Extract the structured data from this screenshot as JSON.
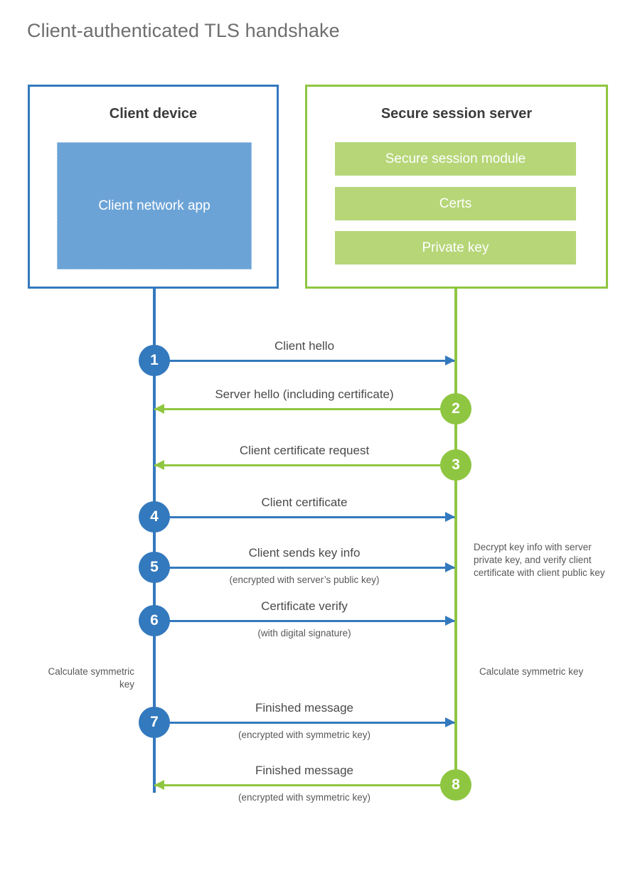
{
  "title": "Client-authenticated TLS handshake",
  "colors": {
    "client_blue": "#3379bd",
    "client_app_fill": "#6ba3d6",
    "server_green": "#8fc641",
    "server_bar_fill": "#b6d678",
    "title_gray": "#6d6e70",
    "text_gray": "#4a4a4c"
  },
  "client": {
    "title": "Client device",
    "app_label": "Client network app"
  },
  "server": {
    "title": "Secure session server",
    "modules": [
      {
        "label": "Secure session module"
      },
      {
        "label": "Certs"
      },
      {
        "label": "Private key"
      }
    ]
  },
  "messages": [
    {
      "step": "1",
      "label": "Client hello",
      "sublabel": "",
      "direction": "client-to-server",
      "origin": "client"
    },
    {
      "step": "2",
      "label": "Server hello (including certificate)",
      "sublabel": "",
      "direction": "server-to-client",
      "origin": "server"
    },
    {
      "step": "3",
      "label": "Client certificate request",
      "sublabel": "",
      "direction": "server-to-client",
      "origin": "server"
    },
    {
      "step": "4",
      "label": "Client certificate",
      "sublabel": "",
      "direction": "client-to-server",
      "origin": "client"
    },
    {
      "step": "5",
      "label": "Client sends key info",
      "sublabel": "(encrypted with server’s public key)",
      "direction": "client-to-server",
      "origin": "client"
    },
    {
      "step": "6",
      "label": "Certificate verify",
      "sublabel": "(with digital signature)",
      "direction": "client-to-server",
      "origin": "client"
    },
    {
      "step": "7",
      "label": "Finished message",
      "sublabel": "(encrypted with symmetric key)",
      "direction": "client-to-server",
      "origin": "client"
    },
    {
      "step": "8",
      "label": "Finished message",
      "sublabel": "(encrypted with symmetric key)",
      "direction": "server-to-client",
      "origin": "server"
    }
  ],
  "annotations": {
    "server_decrypt_note": "Decrypt key info with server private key, and verify client certificate with client public key",
    "client_symmetric_key": "Calculate symmetric key",
    "server_symmetric_key": "Calculate symmetric key"
  }
}
